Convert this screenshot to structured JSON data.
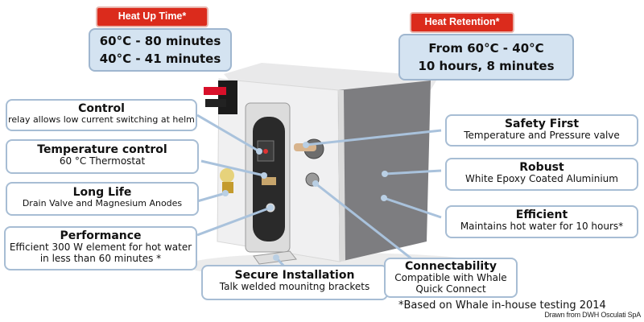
{
  "callouts_top": {
    "heat_up": {
      "tag": "Heat Up Time*",
      "lines": [
        "60°C - 80 minutes",
        "40°C - 41 minutes"
      ]
    },
    "heat_retention": {
      "tag": "Heat  Retention*",
      "lines": [
        "From 60°C - 40°C",
        "10 hours, 8 minutes"
      ]
    }
  },
  "callouts_left": [
    {
      "title": "Control",
      "desc": "relay allows low current switching at helm"
    },
    {
      "title": "Temperature control",
      "desc": "60 °C  Thermostat"
    },
    {
      "title": "Long Life",
      "desc": "Drain Valve and Magnesium Anodes"
    },
    {
      "title": "Performance",
      "desc": "Efficient 300 W element for hot water in less than 60 minutes *"
    }
  ],
  "callouts_right": [
    {
      "title": "Safety First",
      "desc": "Temperature and Pressure valve"
    },
    {
      "title": "Robust",
      "desc": "White Epoxy Coated Aluminium"
    },
    {
      "title": "Efficient",
      "desc": "Maintains hot water for 10 hours*"
    }
  ],
  "callouts_bottom": [
    {
      "title": "Secure Installation",
      "desc": "Talk welded mounitng brackets"
    },
    {
      "title": "Connectability",
      "desc": "Compatible with Whale Quick Connect"
    }
  ],
  "footnote": "*Based on Whale in-house testing 2014",
  "credit": "Drawn from DWH Osculati SpA",
  "colors": {
    "tag_red": "#db2b1c",
    "callout_border": "#a7bdd4",
    "blue_fill": "#d4e3f1",
    "leader_line": "#a9c2dc"
  }
}
